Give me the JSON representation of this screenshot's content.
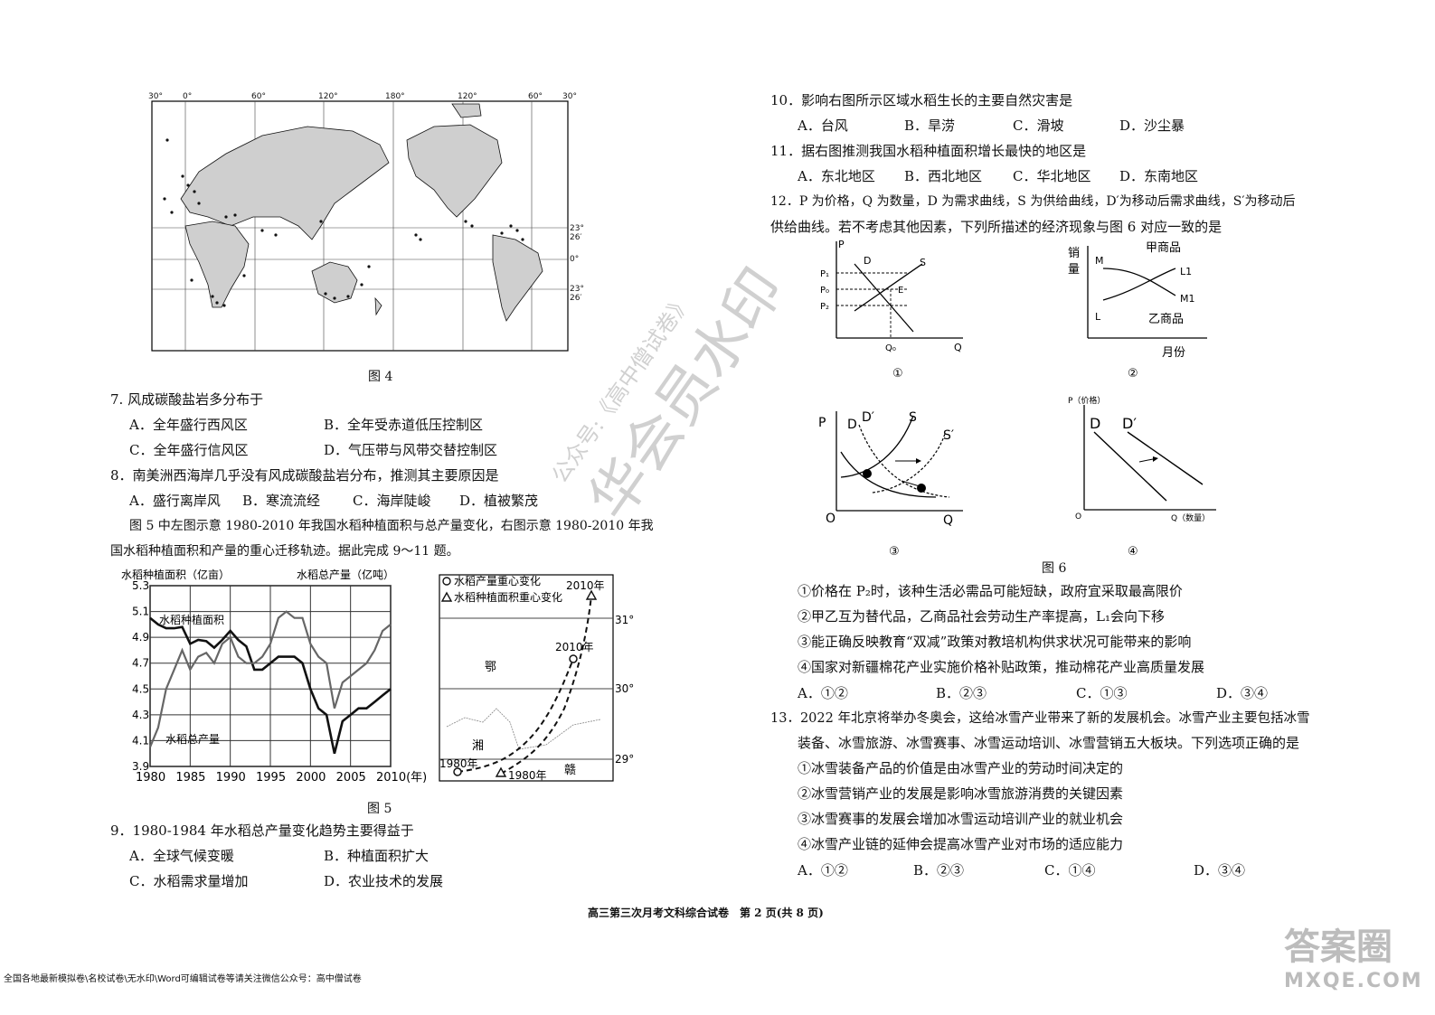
{
  "fig4": {
    "caption": "图 4",
    "top_labels": [
      "30°",
      "0°",
      "60°",
      "120°",
      "180°",
      "120°",
      "60°",
      "30°"
    ],
    "right_labels": [
      "23° 26′",
      "0°",
      "23° 26′"
    ]
  },
  "q7": {
    "stem": "7. 风成碳酸盐岩多分布于",
    "A": "A．全年盛行西风区",
    "B": "B．全年受赤道低压控制区",
    "C": "C．全年盛行信风区",
    "D": "D．气压带与风带交替控制区"
  },
  "q8": {
    "stem": "8．南美洲西海岸几乎没有风成碳酸盐岩分布，推测其主要原因是",
    "A": "A．盛行离岸风",
    "B": "B．寒流流经",
    "C": "C．海岸陡峻",
    "D": "D．植被繁茂"
  },
  "intro5": {
    "line1": "图 5 中左图示意 1980-2010 年我国水稻种植面积与总产量变化，右图示意 1980-2010 年我",
    "line2": "国水稻种植面积和产量的重心迁移轨迹。据此完成 9～11 题。"
  },
  "fig5": {
    "caption": "图 5",
    "left": {
      "ylabel_left": "水稻种植面积（亿亩）",
      "ylabel_right": "水稻总产量（亿吨）",
      "yticks": [
        "5.3",
        "5.1",
        "4.9",
        "4.7",
        "4.5",
        "4.3",
        "4.1",
        "3.9"
      ],
      "xticks": [
        "1980",
        "1985",
        "1990",
        "1995",
        "2000",
        "2005",
        "2010(年)"
      ],
      "series1_label": "水稻种植面积",
      "series2_label": "水稻总产量"
    },
    "right": {
      "legend1": "水稻产量重心变化",
      "legend2": "水稻种植面积重心变化",
      "lat1": "31°",
      "lat2": "30°",
      "lat3": "29°",
      "prov1": "鄂",
      "prov2": "湘",
      "prov3": "赣",
      "y1980a": "1980年",
      "y1980b": "1980年",
      "y2010a": "2010年",
      "y2010b": "2010年"
    }
  },
  "chart_data": {
    "type": "line",
    "x": [
      1980,
      1981,
      1982,
      1983,
      1984,
      1985,
      1986,
      1987,
      1988,
      1989,
      1990,
      1991,
      1992,
      1993,
      1994,
      1995,
      1996,
      1997,
      1998,
      1999,
      2000,
      2001,
      2002,
      2003,
      2004,
      2005,
      2006,
      2007,
      2008,
      2009,
      2010
    ],
    "series": [
      {
        "name": "水稻种植面积",
        "values": [
          5.05,
          5.0,
          4.97,
          4.97,
          4.98,
          4.85,
          4.88,
          4.87,
          4.82,
          4.88,
          4.95,
          4.88,
          4.83,
          4.65,
          4.65,
          4.7,
          4.75,
          4.75,
          4.75,
          4.7,
          4.5,
          4.35,
          4.3,
          4.0,
          4.25,
          4.3,
          4.35,
          4.35,
          4.4,
          4.45,
          4.5
        ]
      },
      {
        "name": "水稻总产量",
        "values": [
          4.05,
          4.2,
          4.5,
          4.65,
          4.8,
          4.65,
          4.75,
          4.78,
          4.7,
          4.85,
          4.9,
          4.75,
          4.7,
          4.7,
          4.75,
          4.85,
          5.05,
          5.1,
          5.05,
          5.05,
          4.85,
          4.75,
          4.7,
          4.35,
          4.55,
          4.6,
          4.65,
          4.7,
          4.8,
          4.95,
          5.0
        ]
      }
    ],
    "ylim": [
      3.9,
      5.3
    ]
  },
  "q9": {
    "stem": "9．1980-1984 年水稻总产量变化趋势主要得益于",
    "A": "A．全球气候变暖",
    "B": "B．种植面积扩大",
    "C": "C．水稻需求量增加",
    "D": "D．农业技术的发展"
  },
  "q10": {
    "stem": "10．影响右图所示区域水稻生长的主要自然灾害是",
    "A": "A．台风",
    "B": "B．旱涝",
    "C": "C．滑坡",
    "D": "D．沙尘暴"
  },
  "q11": {
    "stem": "11．据右图推测我国水稻种植面积增长最快的地区是",
    "A": "A．东北地区",
    "B": "B．西北地区",
    "C": "C．华北地区",
    "D": "D．东南地区"
  },
  "q12": {
    "line1": "12．P 为价格，Q 为数量，D 为需求曲线，S 为供给曲线，D′为移动后需求曲线，S′为移动后",
    "line2": "供给曲线。若不考虑其他因素，下列所描述的经济现象与图 6 对应一致的是",
    "items": [
      "①价格在 P₂时，该种生活必需品可能短缺，政府宜采取最高限价",
      "②甲乙互为替代品，乙商品社会劳动生产率提高，L₁会向下移",
      "③能正确反映教育“双减”政策对教培机构供求状况可能带来的影响",
      "④国家对新疆棉花产业实施价格补贴政策，推动棉花产业高质量发展"
    ],
    "A": "A．①②",
    "B": "B．②③",
    "C": "C．①③",
    "D": "D．③④"
  },
  "fig6": {
    "caption": "图 6",
    "g1": {
      "P": "P",
      "Q": "Q",
      "D": "D",
      "S": "S",
      "E": "E",
      "P1": "P₁",
      "P0": "P₀",
      "P2": "P₂",
      "Q0": "Q₀",
      "num": "①"
    },
    "g2": {
      "ylabel1": "销",
      "ylabel2": "量",
      "jia": "甲商品",
      "yi": "乙商品",
      "M": "M",
      "L": "L",
      "L1": "L1",
      "M1": "M1",
      "xlabel": "月份",
      "num": "②"
    },
    "g3": {
      "P": "P",
      "O": "O",
      "Q": "Q",
      "D": "D",
      "Dp": "D′",
      "S": "S",
      "Sp": "S′",
      "num": "③"
    },
    "g4": {
      "ylabel": "P（价格）",
      "O": "O",
      "xlabel": "Q（数量）",
      "D": "D",
      "Dp": "D′",
      "num": "④"
    }
  },
  "q13": {
    "line1": "13．2022 年北京将举办冬奥会，这给冰雪产业带来了新的发展机会。冰雪产业主要包括冰雪",
    "line2": "装备、冰雪旅游、冰雪赛事、冰雪运动培训、冰雪营销五大板块。下列选项正确的是",
    "items": [
      "①冰雪装备产品的价值是由冰雪产业的劳动时间决定的",
      "②冰雪营销产业的发展是影响冰雪旅游消费的关键因素",
      "③冰雪赛事的发展会增加冰雪运动培训产业的就业机会",
      "④冰雪产业链的延伸会提高冰雪产业对市场的适应能力"
    ],
    "A": "A．①②",
    "B": "B．②③",
    "C": "C．①④",
    "D": "D．③④"
  },
  "footer": "高三第三次月考文科综合试卷　第 2 页(共 8 页)",
  "bottom_note": "全国各地最新模拟卷\\名校试卷\\无水印\\Word可编辑试卷等请关注微信公众号：高中僧试卷",
  "watermark1": "公众号:《高中僧试卷》",
  "watermark2": "华会员水印",
  "logo_text": "答案圈",
  "logo_url": "MXQE.COM"
}
